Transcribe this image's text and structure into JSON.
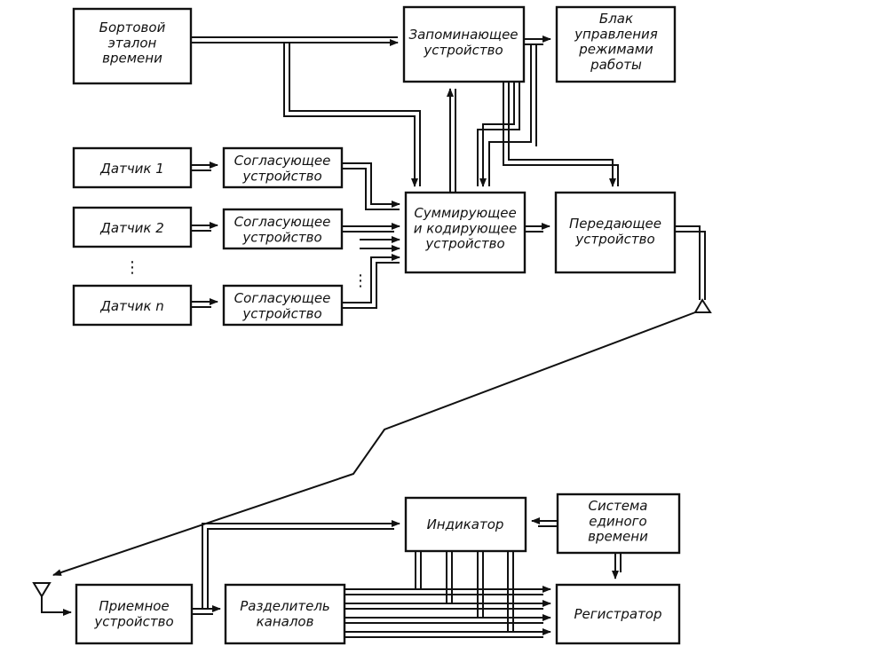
{
  "blocks": {
    "onboard_time_reference": [
      "Бортовой",
      "эталон",
      "времени"
    ],
    "storage_device": [
      "Запоминающее",
      "устройство"
    ],
    "mode_control_unit": [
      "Блак",
      "управления",
      "режимами",
      "работы"
    ],
    "sensor_1": [
      "Датчик 1"
    ],
    "sensor_2": [
      "Датчик 2"
    ],
    "sensor_n": [
      "Датчик n"
    ],
    "matching_device_1": [
      "Согласующее",
      "устройство"
    ],
    "matching_device_2": [
      "Согласующее",
      "устройство"
    ],
    "matching_device_n": [
      "Согласующее",
      "устройство"
    ],
    "summing_coding_device": [
      "Суммирующее",
      "и кодирующее",
      "устройство"
    ],
    "transmitter": [
      "Передающее",
      "устройство"
    ],
    "indicator": [
      "Индикатор"
    ],
    "unified_time_system": [
      "Система",
      "единого",
      "времени"
    ],
    "receiver": [
      "Приемное",
      "устройство"
    ],
    "channel_separator": [
      "Разделитель",
      "каналов"
    ],
    "recorder": [
      "Регистратор"
    ]
  },
  "ellipsis_vertical": "⋮"
}
